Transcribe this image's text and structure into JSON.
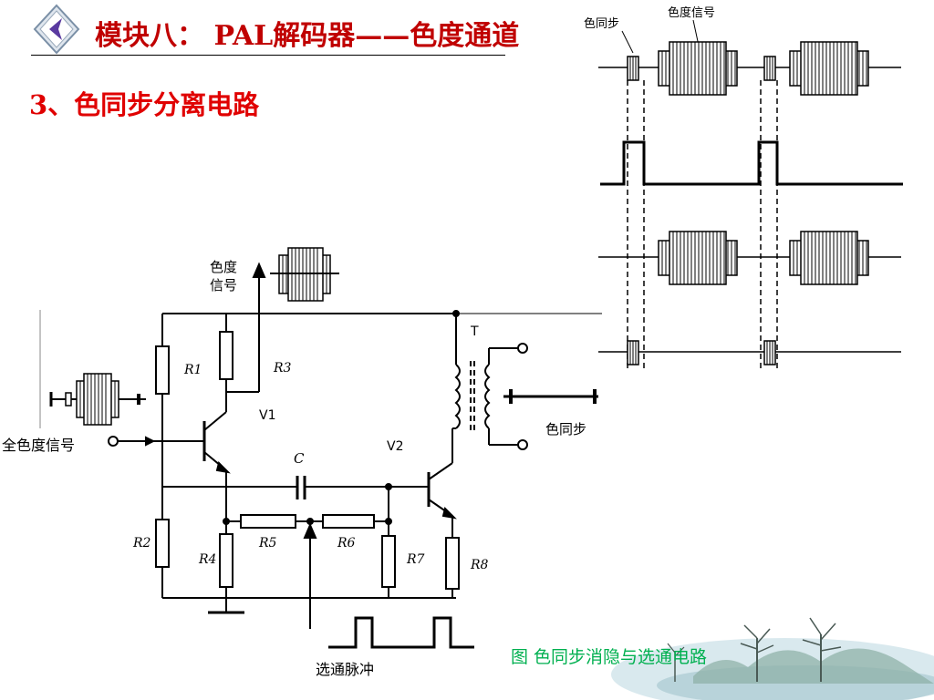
{
  "slide": {
    "title": "模块八： PAL解码器——色度通道",
    "section_heading": "3、色同步分离电路",
    "caption": "图 色同步消隐与选通电路"
  },
  "circuit": {
    "labels": {
      "chroma_signal_line1": "色度",
      "chroma_signal_line2": "信号",
      "full_chroma_signal": "全色度信号",
      "color_burst_out": "色同步",
      "gate_pulse": "选通脉冲"
    },
    "components": {
      "r1": "R1",
      "r2": "R2",
      "r3": "R3",
      "r4": "R4",
      "r5": "R5",
      "r6": "R6",
      "r7": "R7",
      "r8": "R8",
      "capacitor": "C",
      "transistor_v1": "V1",
      "transistor_v2": "V2",
      "transformer": "T"
    }
  },
  "waveform": {
    "labels": {
      "burst": "色同步",
      "chroma": "色度信号"
    }
  },
  "colors": {
    "title": "#c00000",
    "heading": "#e00000",
    "caption": "#00b050"
  }
}
